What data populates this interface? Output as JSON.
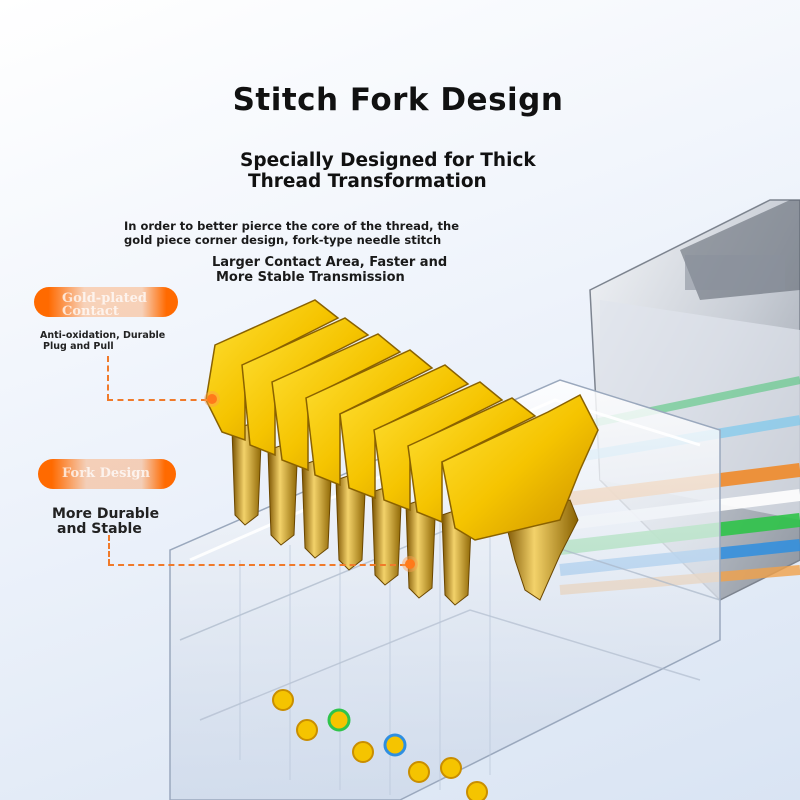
{
  "title": "Stitch Fork Design",
  "subtitle": {
    "line1": "Specially Designed for Thick",
    "line2": "Thread Transformation"
  },
  "description": {
    "line1": "In order to better pierce the core of the thread, the",
    "line2": "gold piece corner design, fork-type needle stitch"
  },
  "contact_note": {
    "line1": "Larger Contact Area, Faster and",
    "line2": "More Stable Transmission"
  },
  "callouts": [
    {
      "label": "Gold-plated Contact",
      "detail_line1": "Anti-oxidation, Durable",
      "detail_line2": "Plug and Pull"
    },
    {
      "label": "Fork Design",
      "detail_line1": "More Durable",
      "detail_line2": "and Stable"
    }
  ],
  "colors": {
    "accent_orange": "#ff6a00",
    "gold": "#f0b800",
    "wire_green": "#2fc44a",
    "wire_blue": "#2f8fe0",
    "wire_orange": "#f08a2a"
  }
}
